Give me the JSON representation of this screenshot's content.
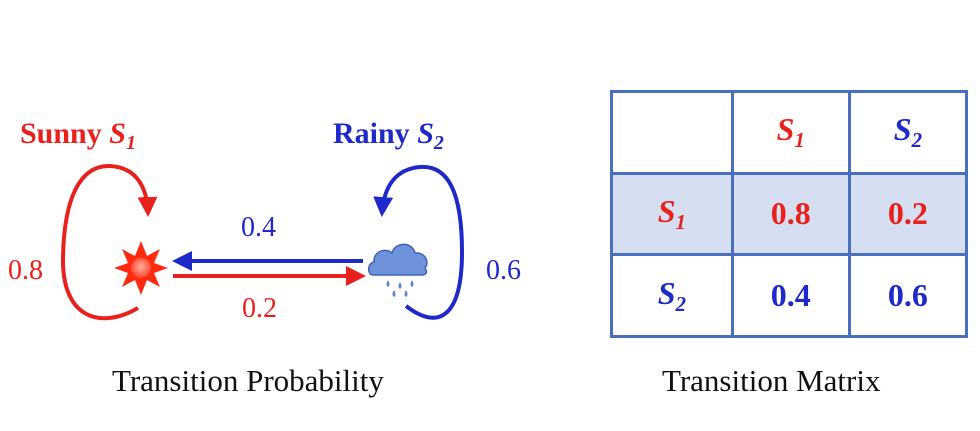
{
  "colors": {
    "sunny": "#e8211c",
    "rainy": "#1f28c8",
    "grid": "#4a6fc0",
    "highlight": "#d6dff2"
  },
  "states": {
    "sunny": {
      "word": "Sunny",
      "symbol": "S",
      "index": "1",
      "icon": "sun-icon"
    },
    "rainy": {
      "word": "Rainy",
      "symbol": "S",
      "index": "2",
      "icon": "rain-cloud-icon"
    }
  },
  "probabilities": {
    "sunny_to_sunny": "0.8",
    "rainy_to_sunny": "0.4",
    "sunny_to_rainy": "0.2",
    "rainy_to_rainy": "0.6"
  },
  "captions": {
    "left": "Transition Probability",
    "right": "Transition Matrix"
  },
  "matrix": {
    "col_headers": [
      {
        "symbol": "S",
        "index": "1"
      },
      {
        "symbol": "S",
        "index": "2"
      }
    ],
    "rows": [
      {
        "symbol": "S",
        "index": "1",
        "values": [
          "0.8",
          "0.2"
        ]
      },
      {
        "symbol": "S",
        "index": "2",
        "values": [
          "0.4",
          "0.6"
        ]
      }
    ]
  }
}
